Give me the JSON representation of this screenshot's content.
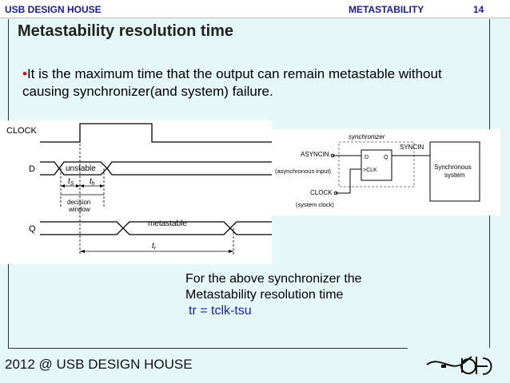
{
  "header": {
    "brand": "USB DESIGN HOUSE",
    "topic": "METASTABILITY",
    "slide_number": "14"
  },
  "slide": {
    "title": "Metastability resolution time",
    "bullet_marker": "•",
    "bullet": "It is the maximum time that the output can remain metastable without causing synchronizer(and system) failure.",
    "note_line1": "For the above synchronizer the",
    "note_line2": "Metastability resolution time",
    "formula": "tr = tclk-tsu"
  },
  "timing_diagram": {
    "clock_label": "CLOCK",
    "d_label": "D",
    "q_label": "Q",
    "unstable": "unstable",
    "ts": "t",
    "ts_sub": "S",
    "th": "t",
    "th_sub": "h",
    "decision1": "decision",
    "decision2": "window",
    "metastable": "metastable",
    "tr": "t",
    "tr_sub": "r"
  },
  "schematic": {
    "title": "synchronizer",
    "asyncin": "ASYNCIN",
    "async_note": "(asynchronous input)",
    "clock": "CLOCK",
    "clock_note": "(system clock)",
    "pin_d": "D",
    "pin_q": "Q",
    "pin_clk": ">CLK",
    "syncin": "SYNCIN",
    "sys1": "Synchronous",
    "sys2": "system"
  },
  "footer": {
    "text": "2012 @ USB DESIGN HOUSE"
  },
  "colors": {
    "header_text": "#1a1aa0",
    "bullet_dot": "#d01010",
    "formula": "#1a1ad0",
    "background": "#e6f7f7"
  }
}
